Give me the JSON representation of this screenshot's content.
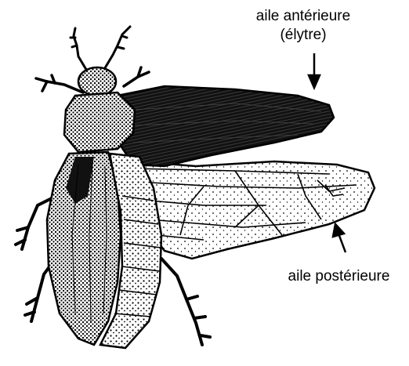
{
  "labels": {
    "forewing": "aile antérieure",
    "forewing_sub": "(élytre)",
    "hindwing": "aile postérieure"
  },
  "colors": {
    "ink": "#000000",
    "background": "#ffffff"
  },
  "illustration": {
    "subject": "beetle-icon"
  }
}
